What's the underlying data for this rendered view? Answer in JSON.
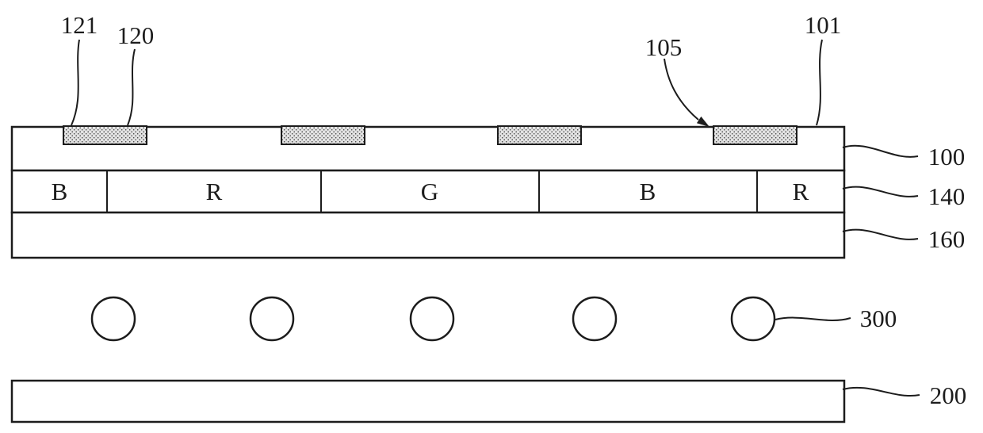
{
  "figure": {
    "reference_labels": {
      "l121": "121",
      "l120": "120",
      "l105": "105",
      "l101": "101",
      "l100": "100",
      "l140": "140",
      "l160": "160",
      "l300": "300",
      "l200": "200"
    },
    "color_filter_segments": [
      "B",
      "R",
      "G",
      "B",
      "R"
    ]
  },
  "colors": {
    "line": "#1c1c1c",
    "background": "#ffffff",
    "electrode_fill": "#e3e3e3",
    "electrode_dots": "#444444"
  }
}
